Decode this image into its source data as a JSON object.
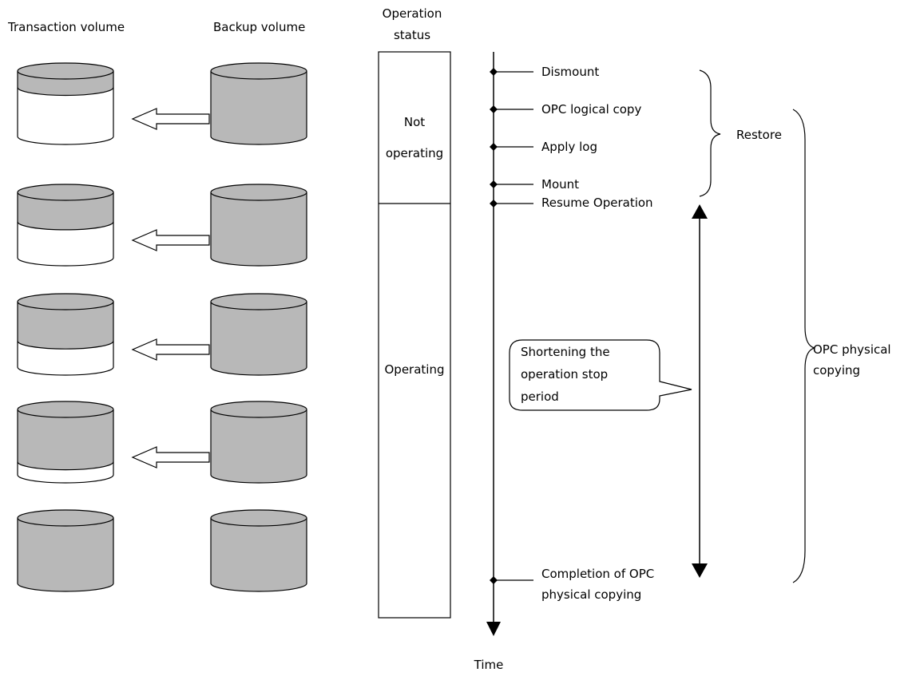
{
  "headers": {
    "transaction_volume": "Transaction volume",
    "backup_volume": "Backup volume",
    "operation_status_line1": "Operation",
    "operation_status_line2": "status"
  },
  "status_blocks": {
    "not_operating_line1": "Not",
    "not_operating_line2": "operating",
    "operating": "Operating"
  },
  "events": {
    "dismount": "Dismount",
    "opc_logical_copy": "OPC logical copy",
    "apply_log": "Apply log",
    "mount": "Mount",
    "resume_operation": "Resume Operation",
    "completion_line1": "Completion of OPC",
    "completion_line2": "physical copying"
  },
  "braces": {
    "restore": "Restore",
    "opc_physical_line1": "OPC physical",
    "opc_physical_line2": "copying"
  },
  "callout": {
    "line1": "Shortening the",
    "line2": "operation stop",
    "line3": "period"
  },
  "time_axis": {
    "label": "Time"
  },
  "volume_states": [
    {
      "transaction_fill": 0.25,
      "copy_arrow": true
    },
    {
      "transaction_fill": 0.45,
      "copy_arrow": true
    },
    {
      "transaction_fill": 0.6,
      "copy_arrow": true
    },
    {
      "transaction_fill": 0.8,
      "copy_arrow": true
    },
    {
      "transaction_fill": 1.0,
      "copy_arrow": false
    }
  ],
  "colors": {
    "disk_fill": "#b8b8b8",
    "line": "#000000",
    "background": "#ffffff"
  }
}
